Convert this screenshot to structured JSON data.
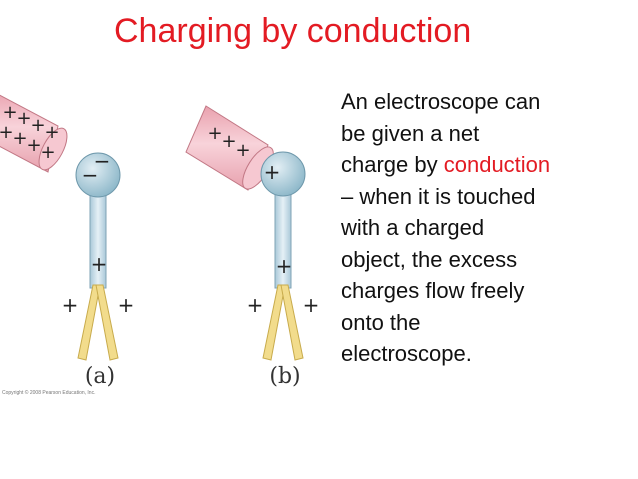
{
  "title": "Charging by conduction",
  "description": {
    "lines": [
      {
        "parts": [
          {
            "text": "An electroscope can",
            "highlight": false
          }
        ]
      },
      {
        "parts": [
          {
            "text": "be given a net",
            "highlight": false
          }
        ]
      },
      {
        "parts": [
          {
            "text": "charge by ",
            "highlight": false
          },
          {
            "text": "conduction",
            "highlight": true
          }
        ]
      },
      {
        "parts": [
          {
            "text": "– when it is touched",
            "highlight": false
          }
        ]
      },
      {
        "parts": [
          {
            "text": "with a charged",
            "highlight": false
          }
        ]
      },
      {
        "parts": [
          {
            "text": "object, the excess",
            "highlight": false
          }
        ]
      },
      {
        "parts": [
          {
            "text": "charges flow freely",
            "highlight": false
          }
        ]
      },
      {
        "parts": [
          {
            "text": "onto the",
            "highlight": false
          }
        ]
      },
      {
        "parts": [
          {
            "text": "electroscope.",
            "highlight": false
          }
        ]
      }
    ]
  },
  "figure": {
    "panel_a": {
      "caption": "(a)",
      "rod_signs": [
        "+",
        "+",
        "+",
        "+",
        "+",
        "+",
        "+",
        "+"
      ],
      "ball_signs": [
        "−",
        "−"
      ],
      "stem_sign": "+",
      "leaf_signs": [
        "+",
        "+"
      ]
    },
    "panel_b": {
      "caption": "(b)",
      "rod_signs": [
        "+",
        "+",
        "+"
      ],
      "ball_signs": [
        "+"
      ],
      "stem_sign": "+",
      "leaf_signs": [
        "+",
        "+"
      ]
    },
    "copyright": "Copyright © 2008 Pearson Education, Inc."
  },
  "colors": {
    "title": "#e31b23",
    "highlight": "#e31b23",
    "rod": "#f2b6c0",
    "ball": "#9ec3d3",
    "stem": "#c2d9e8",
    "leaf": "#f2dc8c"
  }
}
